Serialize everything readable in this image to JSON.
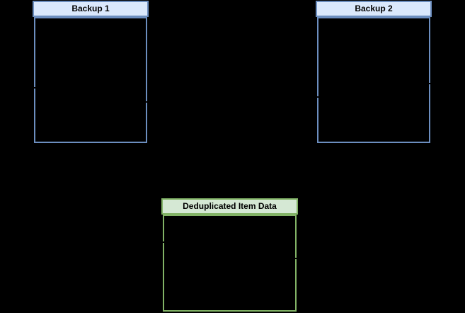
{
  "colors": {
    "background": "#000000",
    "blue_fill": "#dae8fc",
    "blue_stroke": "#6c8ebf",
    "green_fill": "#d5e8d4",
    "green_stroke": "#82b366",
    "title_text": "#000000",
    "connector": "#000000"
  },
  "boxes": [
    {
      "id": "backup-1",
      "title": "Backup 1",
      "scheme": "blue"
    },
    {
      "id": "backup-2",
      "title": "Backup 2",
      "scheme": "blue"
    },
    {
      "id": "deduplicated-item-data",
      "title": "Deduplicated Item Data",
      "scheme": "green"
    }
  ],
  "connector_ticks": [
    {
      "attached_to": "backup-1",
      "side": "left"
    },
    {
      "attached_to": "backup-1",
      "side": "right"
    },
    {
      "attached_to": "backup-2",
      "side": "left"
    },
    {
      "attached_to": "backup-2",
      "side": "right"
    },
    {
      "attached_to": "deduplicated-item-data",
      "side": "left"
    },
    {
      "attached_to": "deduplicated-item-data",
      "side": "right"
    }
  ]
}
